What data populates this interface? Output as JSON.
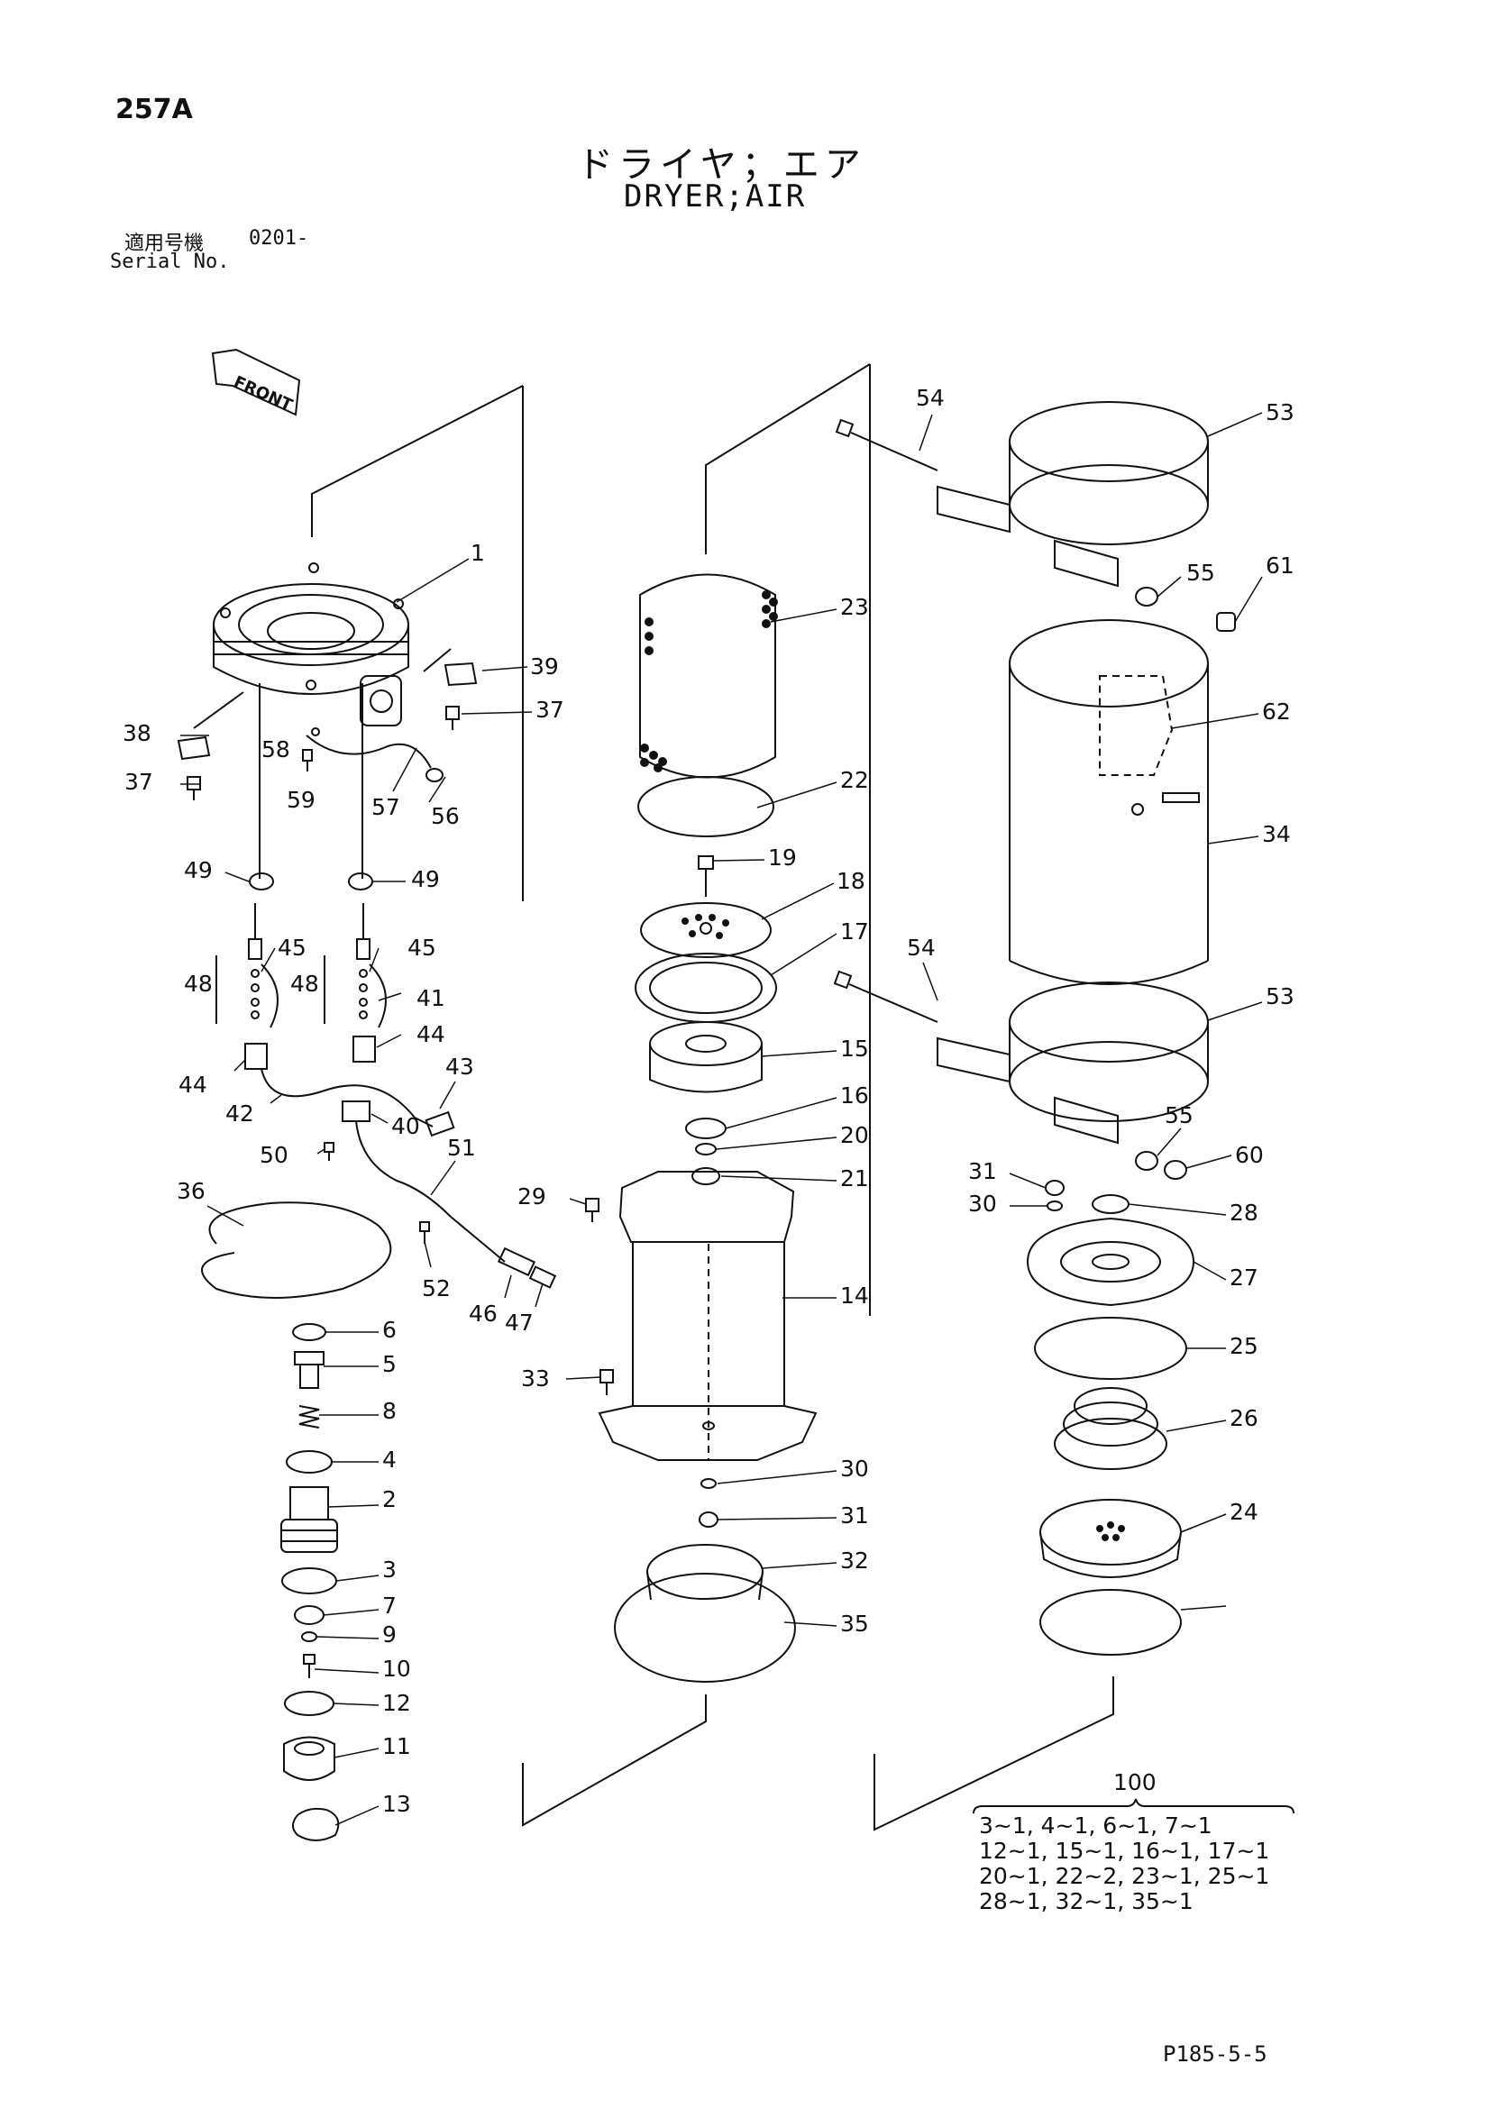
{
  "header": {
    "page_code": "257A",
    "title_jp": "ドライヤ；エア",
    "title_en": "DRYER;AIR",
    "serial_label_jp": "適用号機",
    "serial_number": "0201-",
    "serial_label_en": "Serial No."
  },
  "front_marker": "FRONT",
  "callouts": {
    "c1": "1",
    "c2": "2",
    "c3": "3",
    "c4": "4",
    "c5": "5",
    "c6": "6",
    "c7": "7",
    "c8": "8",
    "c9": "9",
    "c10": "10",
    "c11": "11",
    "c12": "12",
    "c13": "13",
    "c14": "14",
    "c15": "15",
    "c16": "16",
    "c17": "17",
    "c18": "18",
    "c19": "19",
    "c20": "20",
    "c21": "21",
    "c22": "22",
    "c23": "23",
    "c24": "24",
    "c25": "25",
    "c26": "26",
    "c27": "27",
    "c28": "28",
    "c29": "29",
    "c30": "30",
    "c31": "31",
    "c32": "32",
    "c33": "33",
    "c34": "34",
    "c35": "35",
    "c36": "36",
    "c37": "37",
    "c38": "38",
    "c39": "39",
    "c40": "40",
    "c41": "41",
    "c42": "42",
    "c43": "43",
    "c44": "44",
    "c45": "45",
    "c46": "46",
    "c47": "47",
    "c48": "48",
    "c49": "49",
    "c50": "50",
    "c51": "51",
    "c52": "52",
    "c53": "53",
    "c54": "54",
    "c55": "55",
    "c56": "56",
    "c57": "57",
    "c58": "58",
    "c59": "59",
    "c60": "60",
    "c61": "61",
    "c62": "62"
  },
  "kit": {
    "number": "100",
    "lines": [
      "3~1, 4~1, 6~1, 7~1",
      "12~1, 15~1, 16~1, 17~1",
      "20~1, 22~2, 23~1, 25~1",
      "28~1, 32~1, 35~1"
    ]
  },
  "footer": "P185-5-5"
}
